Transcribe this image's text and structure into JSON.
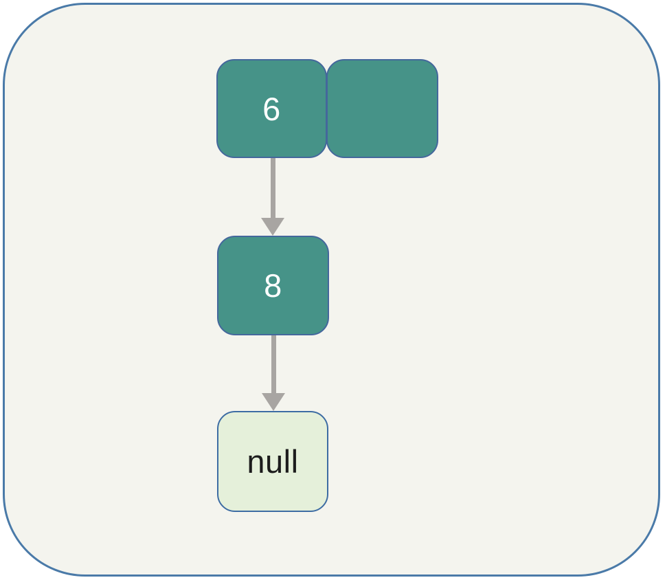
{
  "diagram": {
    "type": "linked-list",
    "nodes": [
      {
        "id": "head-value-cell",
        "label": "6",
        "fill": "#469388",
        "border_color": "#44679c",
        "text_color": "#ffffff"
      },
      {
        "id": "head-pointer-cell",
        "label": "",
        "fill": "#469388",
        "border_color": "#44679c",
        "text_color": "#ffffff"
      },
      {
        "id": "second-node",
        "label": "8",
        "fill": "#469388",
        "border_color": "#44679c",
        "text_color": "#ffffff"
      },
      {
        "id": "null-terminator",
        "label": "null",
        "fill": "#e5f0da",
        "border_color": "#3d6ca3",
        "text_color": "#1c1c1c"
      }
    ],
    "arrows": [
      {
        "id": "arrow-1",
        "direction": "down",
        "from": "head-value-cell",
        "to": "second-node",
        "color": "#a8a5a2"
      },
      {
        "id": "arrow-2",
        "direction": "down",
        "from": "second-node",
        "to": "null-terminator",
        "color": "#a8a5a2"
      }
    ],
    "colors": {
      "canvas_fill": "#f4f4ee",
      "canvas_border": "#4a7aa8",
      "page_background": "#ffffff"
    }
  }
}
